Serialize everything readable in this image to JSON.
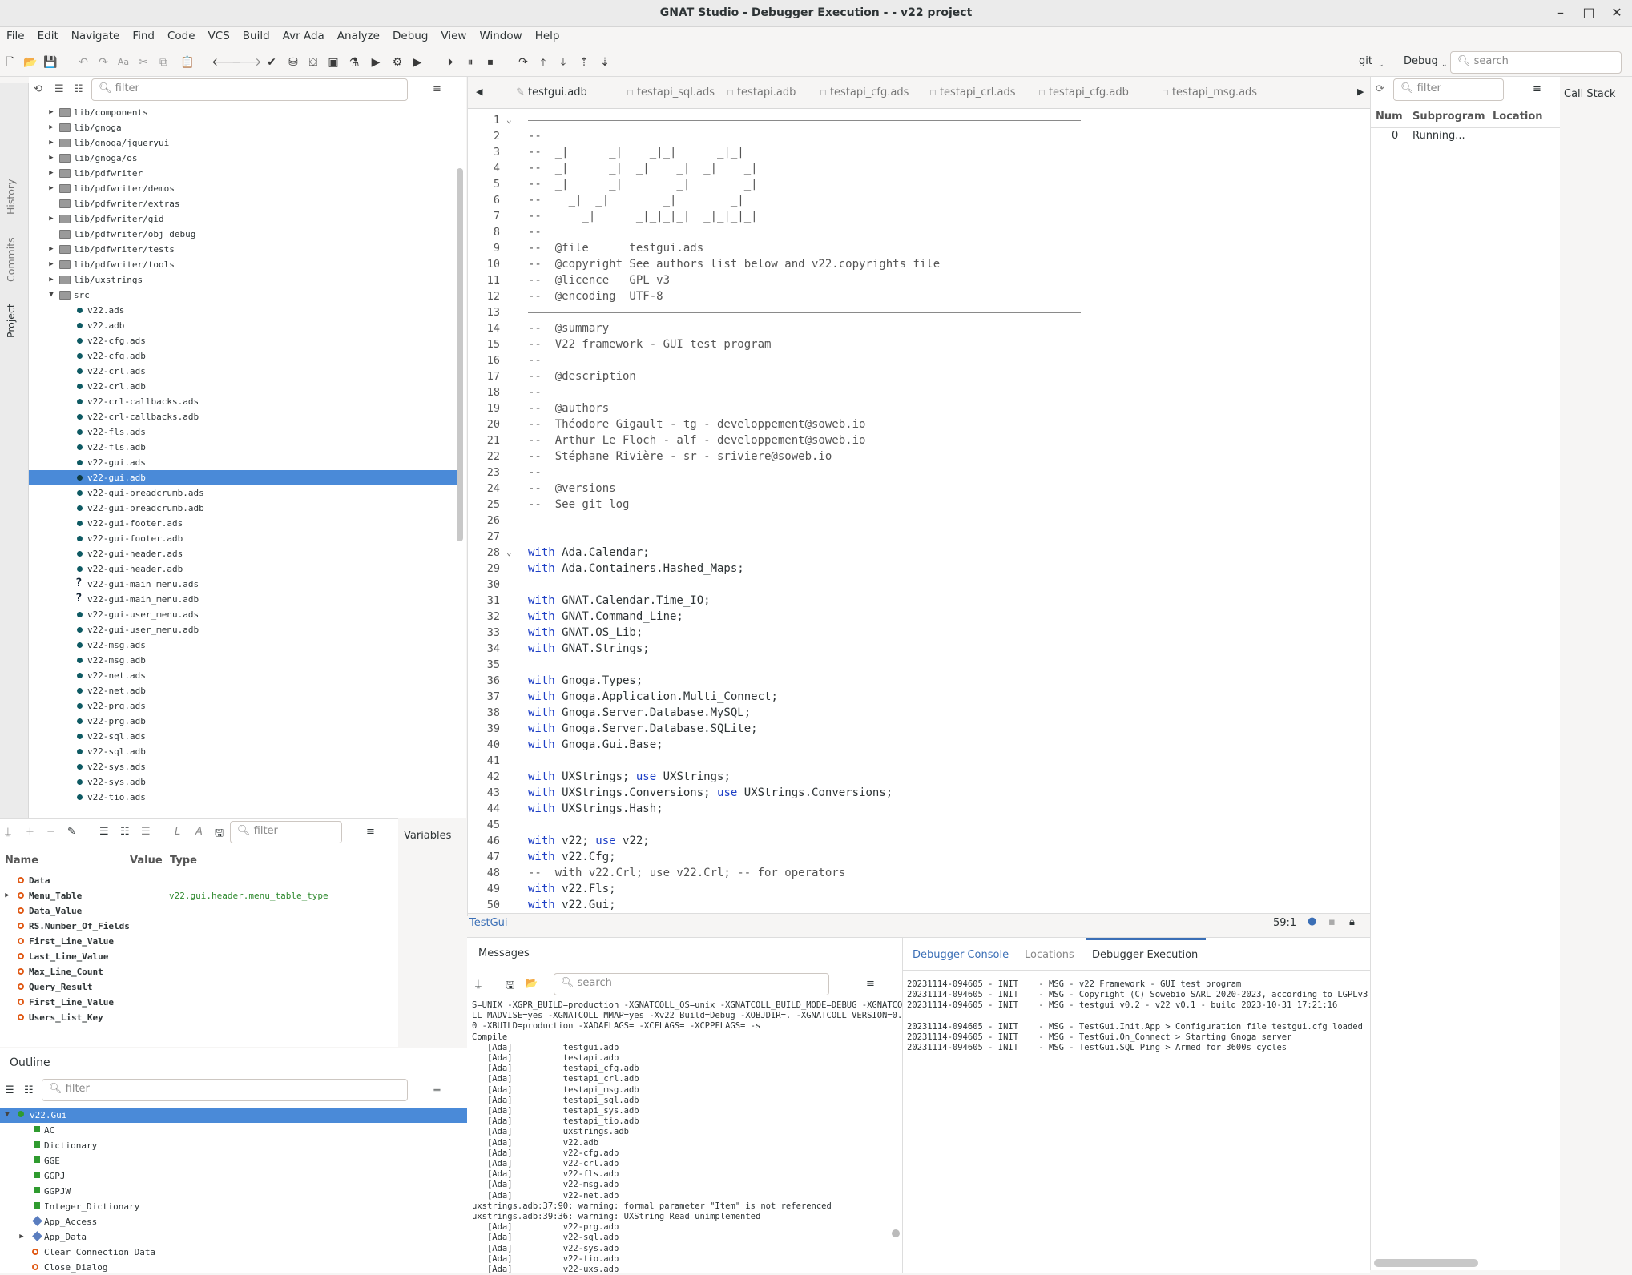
{
  "window": {
    "title": "GNAT Studio - Debugger Execution - - v22 project"
  },
  "menu": [
    "File",
    "Edit",
    "Navigate",
    "Find",
    "Code",
    "VCS",
    "Build",
    "Avr Ada",
    "Analyze",
    "Debug",
    "View",
    "Window",
    "Help"
  ],
  "toolbar": {
    "vcs": "git",
    "build_mode": "Debug",
    "search_placeholder": "search"
  },
  "side_tabs": [
    "History",
    "Commits",
    "Project"
  ],
  "project": {
    "filter_placeholder": "filter",
    "rows": [
      {
        "label": "lib/components",
        "type": "folder",
        "expand": true,
        "indent": 0
      },
      {
        "label": "lib/gnoga",
        "type": "folder",
        "expand": true,
        "indent": 0
      },
      {
        "label": "lib/gnoga/jqueryui",
        "type": "folder",
        "expand": true,
        "indent": 0
      },
      {
        "label": "lib/gnoga/os",
        "type": "folder",
        "expand": true,
        "indent": 0
      },
      {
        "label": "lib/pdfwriter",
        "type": "folder",
        "expand": true,
        "indent": 0
      },
      {
        "label": "lib/pdfwriter/demos",
        "type": "folder",
        "expand": true,
        "indent": 0
      },
      {
        "label": "lib/pdfwriter/extras",
        "type": "folder",
        "expand": false,
        "indent": 0
      },
      {
        "label": "lib/pdfwriter/gid",
        "type": "folder",
        "expand": true,
        "indent": 0
      },
      {
        "label": "lib/pdfwriter/obj_debug",
        "type": "folder",
        "expand": false,
        "indent": 0
      },
      {
        "label": "lib/pdfwriter/tests",
        "type": "folder",
        "expand": true,
        "indent": 0
      },
      {
        "label": "lib/pdfwriter/tools",
        "type": "folder",
        "expand": true,
        "indent": 0
      },
      {
        "label": "lib/uxstrings",
        "type": "folder",
        "expand": true,
        "indent": 0
      },
      {
        "label": "src",
        "type": "folder-open",
        "expand": true,
        "indent": 0
      },
      {
        "label": "v22.ads",
        "type": "file"
      },
      {
        "label": "v22.adb",
        "type": "file"
      },
      {
        "label": "v22-cfg.ads",
        "type": "file"
      },
      {
        "label": "v22-cfg.adb",
        "type": "file"
      },
      {
        "label": "v22-crl.ads",
        "type": "file"
      },
      {
        "label": "v22-crl.adb",
        "type": "file"
      },
      {
        "label": "v22-crl-callbacks.ads",
        "type": "file"
      },
      {
        "label": "v22-crl-callbacks.adb",
        "type": "file"
      },
      {
        "label": "v22-fls.ads",
        "type": "file"
      },
      {
        "label": "v22-fls.adb",
        "type": "file"
      },
      {
        "label": "v22-gui.ads",
        "type": "file"
      },
      {
        "label": "v22-gui.adb",
        "type": "file",
        "selected": true
      },
      {
        "label": "v22-gui-breadcrumb.ads",
        "type": "file"
      },
      {
        "label": "v22-gui-breadcrumb.adb",
        "type": "file"
      },
      {
        "label": "v22-gui-footer.ads",
        "type": "file"
      },
      {
        "label": "v22-gui-footer.adb",
        "type": "file"
      },
      {
        "label": "v22-gui-header.ads",
        "type": "file"
      },
      {
        "label": "v22-gui-header.adb",
        "type": "file"
      },
      {
        "label": "v22-gui-main_menu.ads",
        "type": "unknown"
      },
      {
        "label": "v22-gui-main_menu.adb",
        "type": "unknown"
      },
      {
        "label": "v22-gui-user_menu.ads",
        "type": "file"
      },
      {
        "label": "v22-gui-user_menu.adb",
        "type": "file"
      },
      {
        "label": "v22-msg.ads",
        "type": "file"
      },
      {
        "label": "v22-msg.adb",
        "type": "file"
      },
      {
        "label": "v22-net.ads",
        "type": "file"
      },
      {
        "label": "v22-net.adb",
        "type": "file"
      },
      {
        "label": "v22-prg.ads",
        "type": "file"
      },
      {
        "label": "v22-prg.adb",
        "type": "file"
      },
      {
        "label": "v22-sql.ads",
        "type": "file"
      },
      {
        "label": "v22-sql.adb",
        "type": "file"
      },
      {
        "label": "v22-sys.ads",
        "type": "file"
      },
      {
        "label": "v22-sys.adb",
        "type": "file"
      },
      {
        "label": "v22-tio.ads",
        "type": "file"
      }
    ]
  },
  "editor": {
    "tabs": [
      "testgui.adb",
      "testapi_sql.ads",
      "testapi.adb",
      "testapi_cfg.ads",
      "testapi_crl.ads",
      "testapi_cfg.adb",
      "testapi_msg.ads"
    ],
    "active_tab": 0,
    "lines": [
      {
        "n": "1",
        "t": "",
        "hr": true,
        "fold": true
      },
      {
        "n": "2",
        "t": "--",
        "c": true
      },
      {
        "n": "3",
        "t": "--  _|      _|    _|_|      _|_|",
        "c": true
      },
      {
        "n": "4",
        "t": "--  _|      _|  _|    _|  _|    _|",
        "c": true
      },
      {
        "n": "5",
        "t": "--  _|      _|        _|        _|",
        "c": true
      },
      {
        "n": "6",
        "t": "--    _|  _|        _|        _|",
        "c": true
      },
      {
        "n": "7",
        "t": "--      _|      _|_|_|_|  _|_|_|_|",
        "c": true
      },
      {
        "n": "8",
        "t": "--",
        "c": true
      },
      {
        "n": "9",
        "t": "--  @file      testgui.ads",
        "c": true
      },
      {
        "n": "10",
        "t": "--  @copyright See authors list below and v22.copyrights file",
        "c": true
      },
      {
        "n": "11",
        "t": "--  @licence   GPL v3",
        "c": true
      },
      {
        "n": "12",
        "t": "--  @encoding  UTF-8",
        "c": true
      },
      {
        "n": "13",
        "t": "",
        "hr": true
      },
      {
        "n": "14",
        "t": "--  @summary",
        "c": true
      },
      {
        "n": "15",
        "t": "--  V22 framework - GUI test program",
        "c": true
      },
      {
        "n": "16",
        "t": "--",
        "c": true
      },
      {
        "n": "17",
        "t": "--  @description",
        "c": true
      },
      {
        "n": "18",
        "t": "--",
        "c": true
      },
      {
        "n": "19",
        "t": "--  @authors",
        "c": true
      },
      {
        "n": "20",
        "t": "--  Théodore Gigault - tg - developpement@soweb.io",
        "c": true
      },
      {
        "n": "21",
        "t": "--  Arthur Le Floch - alf - developpement@soweb.io",
        "c": true
      },
      {
        "n": "22",
        "t": "--  Stéphane Rivière - sr - sriviere@soweb.io",
        "c": true
      },
      {
        "n": "23",
        "t": "--",
        "c": true
      },
      {
        "n": "24",
        "t": "--  @versions",
        "c": true
      },
      {
        "n": "25",
        "t": "--  See git log",
        "c": true
      },
      {
        "n": "26",
        "t": "",
        "hr": true
      },
      {
        "n": "27",
        "t": ""
      },
      {
        "n": "28",
        "t": "with Ada.Calendar;",
        "fold": true
      },
      {
        "n": "29",
        "t": "with Ada.Containers.Hashed_Maps;"
      },
      {
        "n": "30",
        "t": ""
      },
      {
        "n": "31",
        "t": "with GNAT.Calendar.Time_IO;"
      },
      {
        "n": "32",
        "t": "with GNAT.Command_Line;"
      },
      {
        "n": "33",
        "t": "with GNAT.OS_Lib;"
      },
      {
        "n": "34",
        "t": "with GNAT.Strings;"
      },
      {
        "n": "35",
        "t": ""
      },
      {
        "n": "36",
        "t": "with Gnoga.Types;"
      },
      {
        "n": "37",
        "t": "with Gnoga.Application.Multi_Connect;"
      },
      {
        "n": "38",
        "t": "with Gnoga.Server.Database.MySQL;"
      },
      {
        "n": "39",
        "t": "with Gnoga.Server.Database.SQLite;"
      },
      {
        "n": "40",
        "t": "with Gnoga.Gui.Base;"
      },
      {
        "n": "41",
        "t": ""
      },
      {
        "n": "42",
        "t": "with UXStrings; use UXStrings;"
      },
      {
        "n": "43",
        "t": "with UXStrings.Conversions; use UXStrings.Conversions;"
      },
      {
        "n": "44",
        "t": "with UXStrings.Hash;"
      },
      {
        "n": "45",
        "t": ""
      },
      {
        "n": "46",
        "t": "with v22; use v22;"
      },
      {
        "n": "47",
        "t": "with v22.Cfg;"
      },
      {
        "n": "48",
        "t": "--  with v22.Crl; use v22.Crl; -- for operators",
        "c": true
      },
      {
        "n": "49",
        "t": "with v22.Fls;"
      },
      {
        "n": "50",
        "t": "with v22.Gui;"
      }
    ],
    "status": {
      "unit": "TestGui",
      "position": "59:1"
    }
  },
  "callstack": {
    "title": "Call Stack",
    "filter_placeholder": "filter",
    "headers": [
      "Num",
      "Subprogram",
      "Location"
    ],
    "rows": [
      {
        "num": "0",
        "subprogram": "Running...",
        "location": ""
      }
    ]
  },
  "variables": {
    "title": "Variables",
    "filter_placeholder": "filter",
    "headers": [
      "Name",
      "Value",
      "Type"
    ],
    "rows": [
      {
        "name": "Data",
        "type": ""
      },
      {
        "name": "Menu_Table",
        "type": "v22.gui.header.menu_table_type",
        "expand": true
      },
      {
        "name": "Data_Value",
        "type": ""
      },
      {
        "name": "RS.Number_Of_Fields",
        "type": ""
      },
      {
        "name": "First_Line_Value",
        "type": ""
      },
      {
        "name": "Last_Line_Value",
        "type": ""
      },
      {
        "name": "Max_Line_Count",
        "type": ""
      },
      {
        "name": "Query_Result",
        "type": ""
      },
      {
        "name": "First_Line_Value",
        "type": ""
      },
      {
        "name": "Users_List_Key",
        "type": ""
      }
    ]
  },
  "outline": {
    "title": "Outline",
    "filter_placeholder": "filter",
    "rows": [
      {
        "label": "v22.Gui",
        "kind": "pkg",
        "selected": true
      },
      {
        "label": "AC",
        "kind": "type"
      },
      {
        "label": "Dictionary",
        "kind": "type"
      },
      {
        "label": "GGE",
        "kind": "type"
      },
      {
        "label": "GGPJ",
        "kind": "type"
      },
      {
        "label": "GGPJW",
        "kind": "type"
      },
      {
        "label": "Integer_Dictionary",
        "kind": "type"
      },
      {
        "label": "App_Access",
        "kind": "access"
      },
      {
        "label": "App_Data",
        "kind": "access",
        "expand": true
      },
      {
        "label": "Clear_Connection_Data",
        "kind": "proc"
      },
      {
        "label": "Close_Dialog",
        "kind": "proc"
      }
    ]
  },
  "messages": {
    "title": "Messages",
    "search_placeholder": "search",
    "lines": [
      "S=UNIX -XGPR_BUILD=production -XGNATCOLL_OS=unix -XGNATCOLL_BUILD_MODE=DEBUG -XGNATCO-",
      "LL_MADVISE=yes -XGNATCOLL_MMAP=yes -Xv22_Build=Debug -XOBJDIR=. -XGNATCOLL_VERSION=0.-",
      "0 -XBUILD=production -XADAFLAGS= -XCFLAGS= -XCPPFLAGS= -s",
      "Compile",
      "   [Ada]          testgui.adb",
      "   [Ada]          testapi.adb",
      "   [Ada]          testapi_cfg.adb",
      "   [Ada]          testapi_crl.adb",
      "   [Ada]          testapi_msg.adb",
      "   [Ada]          testapi_sql.adb",
      "   [Ada]          testapi_sys.adb",
      "   [Ada]          testapi_tio.adb",
      "   [Ada]          uxstrings.adb",
      "   [Ada]          v22.adb",
      "   [Ada]          v22-cfg.adb",
      "   [Ada]          v22-crl.adb",
      "   [Ada]          v22-fls.adb",
      "   [Ada]          v22-msg.adb",
      "   [Ada]          v22-net.adb",
      "uxstrings.adb:37:90: warning: formal parameter \"Item\" is not referenced",
      "uxstrings.adb:39:36: warning: UXString_Read unimplemented",
      "   [Ada]          v22-prg.adb",
      "   [Ada]          v22-sql.adb",
      "   [Ada]          v22-sys.adb",
      "   [Ada]          v22-tio.adb",
      "   [Ada]          v22-uxs.adb"
    ]
  },
  "debugger": {
    "tabs": [
      "Debugger Console",
      "Locations",
      "Debugger Execution"
    ],
    "active_tab": 2,
    "lines": [
      "20231114-094605 - INIT    - MSG - v22 Framework - GUI test program",
      "20231114-094605 - INIT    - MSG - Copyright (C) Sowebio SARL 2020-2023, according to LGPLv3",
      "20231114-094605 - INIT    - MSG - testgui v0.2 - v22 v0.1 - build 2023-10-31 17:21:16",
      "",
      "20231114-094605 - INIT    - MSG - TestGui.Init.App > Configuration file testgui.cfg loaded",
      "20231114-094605 - INIT    - MSG - TestGui.On_Connect > Starting Gnoga server",
      "20231114-094605 - INIT    - MSG - TestGui.SQL_Ping > Armed for 3600s cycles"
    ]
  }
}
